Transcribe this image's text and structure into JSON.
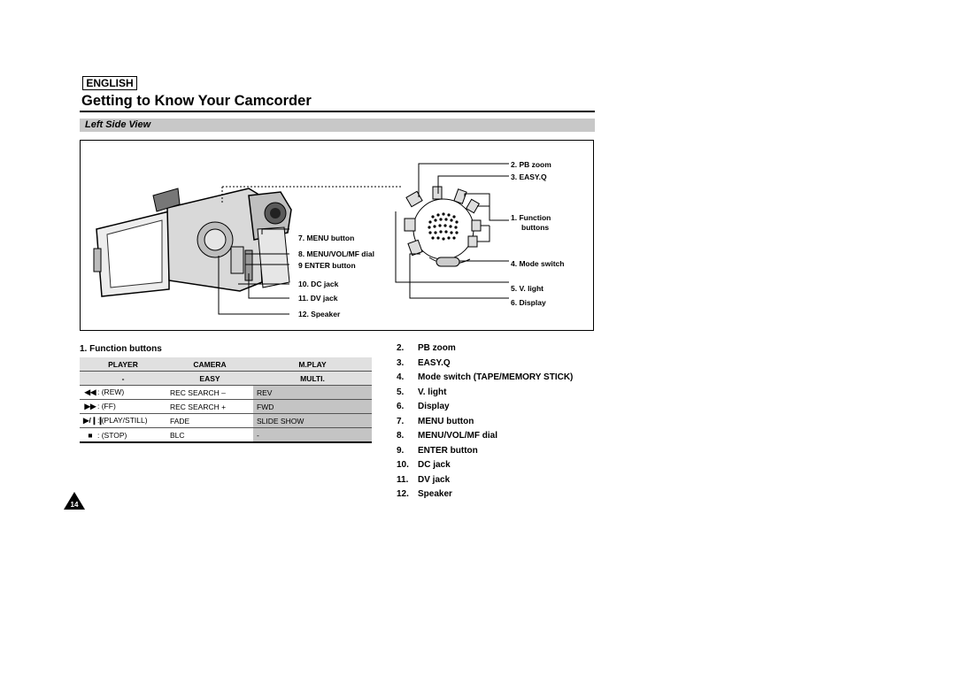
{
  "header": {
    "language": "ENGLISH",
    "title": "Getting to Know Your Camcorder",
    "section": "Left Side View"
  },
  "diagram": {
    "labels_left": [
      "7. MENU button",
      "8. MENU/VOL/MF dial",
      "9 ENTER button",
      "10. DC jack",
      "11. DV jack",
      "12. Speaker"
    ],
    "labels_right": [
      "2. PB zoom",
      "3. EASY.Q",
      "1. Function",
      "buttons",
      "4. Mode switch",
      "5. V. light",
      "6. Display"
    ]
  },
  "function_buttons": {
    "heading": "1.   Function buttons",
    "columns": [
      "PLAYER",
      "CAMERA",
      "M.PLAY"
    ],
    "subrow": [
      "-",
      "EASY",
      "MULTI."
    ],
    "rows": [
      {
        "icon": "rewind-icon",
        "symbol": "◀◀",
        "player": ": (REW)",
        "camera": "REC SEARCH –",
        "mplay": "REV"
      },
      {
        "icon": "fast-forward-icon",
        "symbol": "▶▶",
        "player": ": (FF)",
        "camera": "REC SEARCH +",
        "mplay": "FWD"
      },
      {
        "icon": "play-pause-icon",
        "symbol": "▶/❙❙",
        "player": ": (PLAY/STILL)",
        "camera": "FADE",
        "mplay": "SLIDE SHOW"
      },
      {
        "icon": "stop-icon",
        "symbol": "■",
        "player": ": (STOP)",
        "camera": "BLC",
        "mplay": "-"
      }
    ]
  },
  "parts_list": [
    {
      "num": "2.",
      "text": "PB zoom"
    },
    {
      "num": "3.",
      "text": "EASY.Q"
    },
    {
      "num": "4.",
      "text": "Mode switch (TAPE/MEMORY STICK)"
    },
    {
      "num": "5.",
      "text": "V. light"
    },
    {
      "num": "6.",
      "text": "Display"
    },
    {
      "num": "7.",
      "text": "MENU button"
    },
    {
      "num": "8.",
      "text": "MENU/VOL/MF dial"
    },
    {
      "num": "9.",
      "text": "ENTER button"
    },
    {
      "num": "10.",
      "text": "DC jack"
    },
    {
      "num": "11.",
      "text": "DV jack"
    },
    {
      "num": "12.",
      "text": "Speaker"
    }
  ],
  "page_number": "14"
}
